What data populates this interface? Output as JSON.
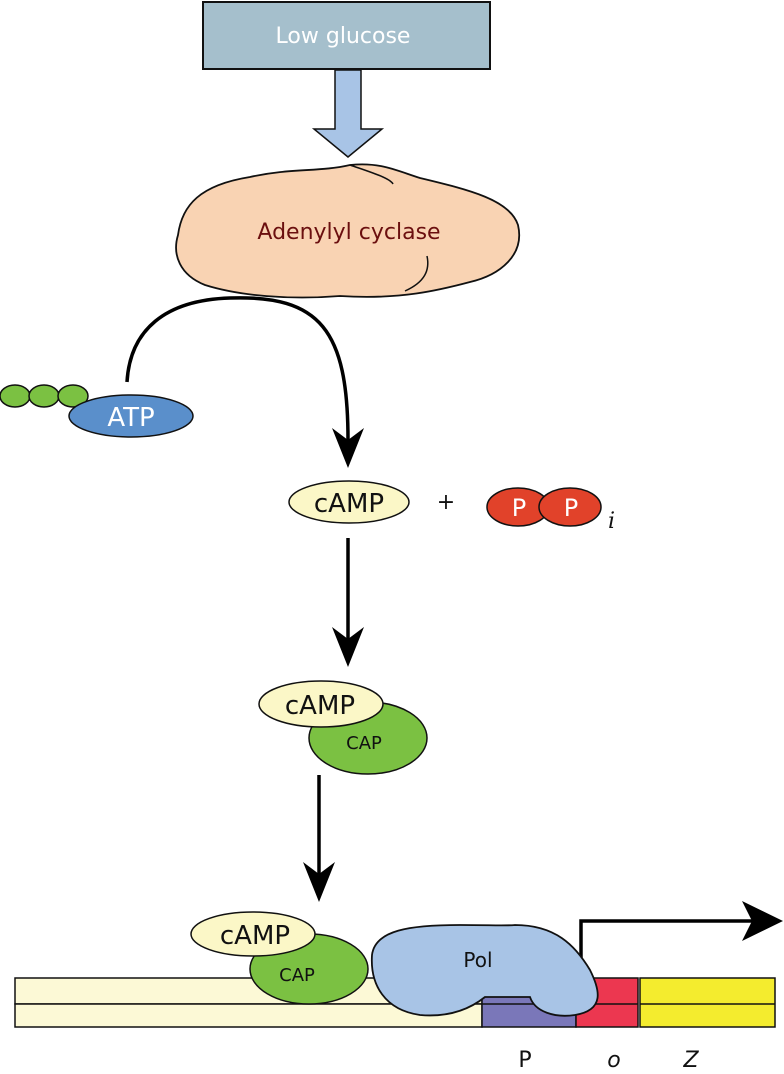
{
  "diagram": {
    "title_box": {
      "label": "Low glucose",
      "fill": "#a5bfcc"
    },
    "enzyme": {
      "label": "Adenylyl cyclase",
      "fill": "#f9d3b3",
      "text_color": "#6b0f0f"
    },
    "substrate": {
      "label": "ATP",
      "fill": "#5a8fcb",
      "phosphate_fill": "#7bc142",
      "phosphate_count": 3
    },
    "product": {
      "label": "cAMP",
      "fill": "#fbf7c7"
    },
    "plus": "+",
    "pyrophosphate": {
      "labels": [
        "P",
        "P"
      ],
      "subscript": "i",
      "fill": "#e1422a"
    },
    "complex_1": {
      "camp_label": "cAMP",
      "cap_label": "CAP",
      "cap_fill": "#7bc142"
    },
    "complex_2": {
      "camp_label": "cAMP",
      "cap_label": "CAP"
    },
    "polymerase": {
      "label": "Pol",
      "fill": "#a8c4e6"
    },
    "dna_segments": [
      {
        "name": "promoter",
        "label": "P",
        "italic": false,
        "fill": "#7a77b9"
      },
      {
        "name": "operator",
        "label": "o",
        "italic": true,
        "fill": "#ec3750"
      },
      {
        "name": "lacZ",
        "label": "Z",
        "italic": true,
        "fill": "#f4ec2e"
      }
    ],
    "dna_fill": "#fcf9d6",
    "arrow_fill": "#a8c4e6"
  }
}
